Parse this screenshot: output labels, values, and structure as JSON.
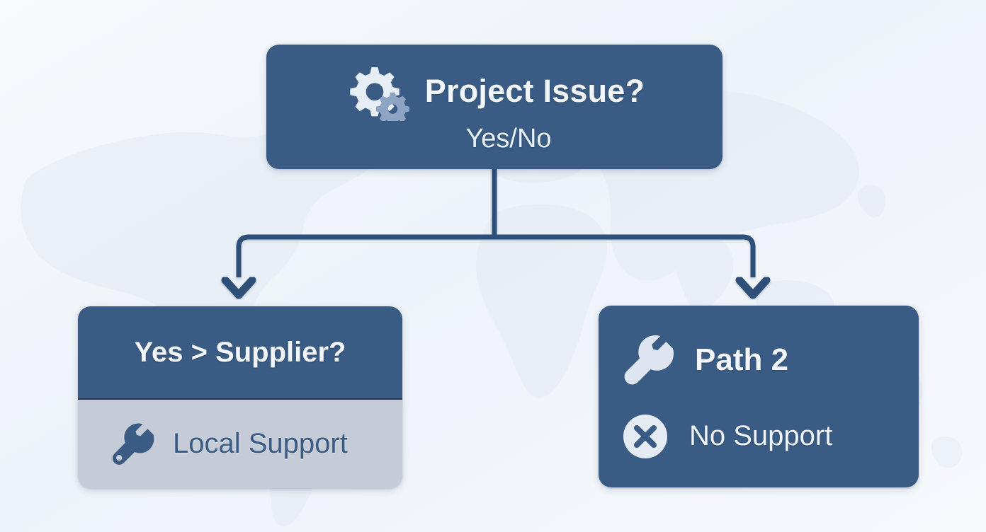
{
  "diagram": {
    "type": "flowchart",
    "background_style": "world-map-watermark",
    "colors": {
      "node_blue": "#3a5c84",
      "node_blue_dark_border": "#22374f",
      "panel_gray": "#c5cbd7",
      "text_light": "#f2f6fb",
      "text_dark_blue": "#3a5c84",
      "connector": "#2e5077",
      "background": "#f4f7fb"
    },
    "root": {
      "icon": "gears-icon",
      "title": "Project Issue?",
      "subtitle": "Yes/No"
    },
    "branches": [
      {
        "id": "left",
        "header": {
          "title": "Yes > Supplier?"
        },
        "body": {
          "icon": "wrench-icon",
          "label": "Local Support"
        }
      },
      {
        "id": "right",
        "rows": [
          {
            "icon": "wrench-icon",
            "label": "Path 2",
            "emphasis": "title"
          },
          {
            "icon": "x-circle-icon",
            "label": "No Support",
            "emphasis": "normal"
          }
        ]
      }
    ],
    "connectors": {
      "style": "orthogonal-elbow-with-arrowheads",
      "arrow_count": 2
    }
  }
}
